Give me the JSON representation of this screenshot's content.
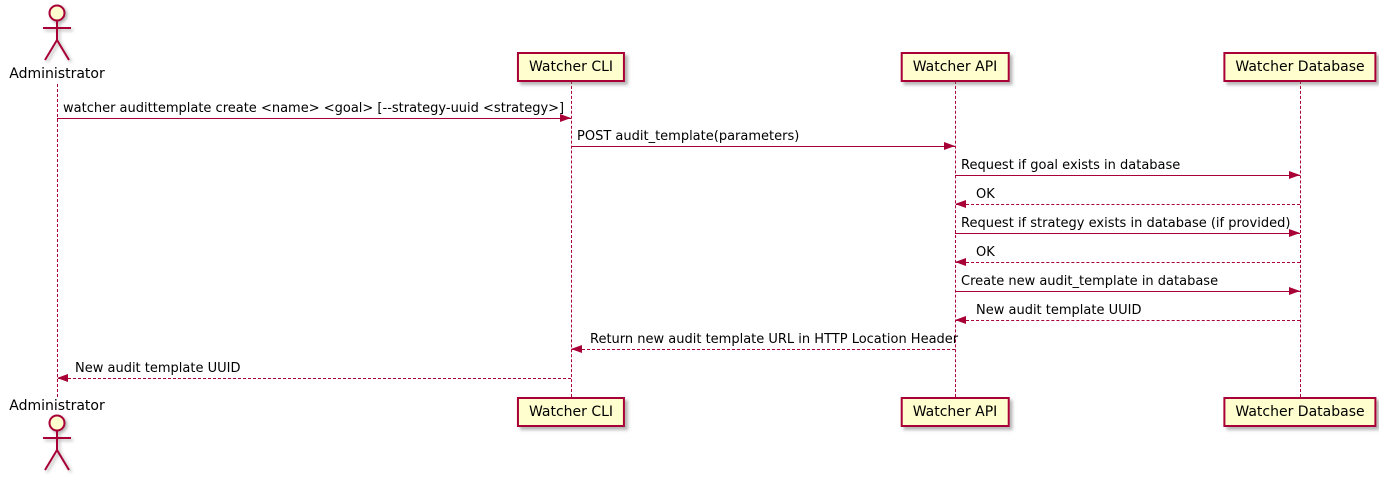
{
  "diagram": {
    "type": "sequence-diagram",
    "colors": {
      "participant_fill": "#FEFECE",
      "participant_border": "#A80036",
      "line": "#A80036",
      "text": "#000000",
      "background": "#FFFFFF"
    },
    "actor": {
      "label": "Administrator"
    },
    "participants": [
      {
        "label": "Watcher CLI"
      },
      {
        "label": "Watcher API"
      },
      {
        "label": "Watcher Database"
      }
    ],
    "messages": [
      {
        "from": "Administrator",
        "to": "Watcher CLI",
        "line": "solid",
        "direction": "right",
        "text": "watcher audittemplate create <name> <goal> [--strategy-uuid <strategy>]"
      },
      {
        "from": "Watcher CLI",
        "to": "Watcher API",
        "line": "solid",
        "direction": "right",
        "text": "POST audit_template(parameters)"
      },
      {
        "from": "Watcher API",
        "to": "Watcher Database",
        "line": "solid",
        "direction": "right",
        "text": "Request if goal exists in database"
      },
      {
        "from": "Watcher Database",
        "to": "Watcher API",
        "line": "dashed",
        "direction": "left",
        "text": "OK"
      },
      {
        "from": "Watcher API",
        "to": "Watcher Database",
        "line": "solid",
        "direction": "right",
        "text": "Request if strategy exists in database (if provided)"
      },
      {
        "from": "Watcher Database",
        "to": "Watcher API",
        "line": "dashed",
        "direction": "left",
        "text": "OK"
      },
      {
        "from": "Watcher API",
        "to": "Watcher Database",
        "line": "solid",
        "direction": "right",
        "text": "Create new audit_template in database"
      },
      {
        "from": "Watcher Database",
        "to": "Watcher API",
        "line": "dashed",
        "direction": "left",
        "text": "New audit template UUID"
      },
      {
        "from": "Watcher API",
        "to": "Watcher CLI",
        "line": "dashed",
        "direction": "left",
        "text": "Return new audit template URL in HTTP Location Header"
      },
      {
        "from": "Watcher CLI",
        "to": "Administrator",
        "line": "dashed",
        "direction": "left",
        "text": "New audit template UUID"
      }
    ]
  }
}
